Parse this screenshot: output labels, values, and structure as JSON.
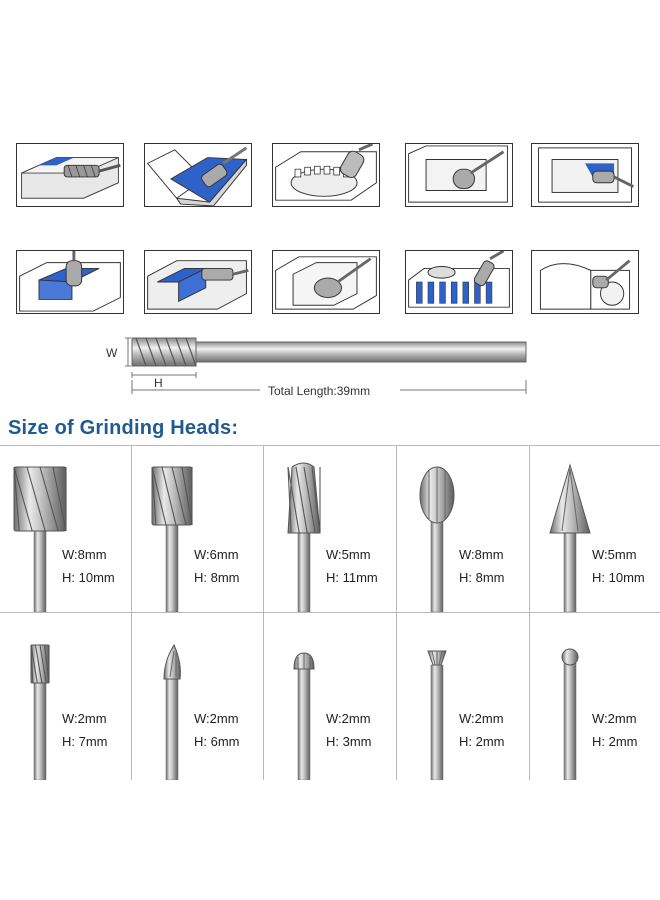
{
  "diagram": {
    "w_label": "W",
    "h_label": "H",
    "total_length_label": "Total Length:39mm"
  },
  "section_title": "Size of Grinding Heads:",
  "bits": [
    {
      "shape": "cylinder-flute-large",
      "w": "W:8mm",
      "h": "H: 10mm"
    },
    {
      "shape": "cylinder-flute-medium",
      "w": "W:6mm",
      "h": "H: 8mm"
    },
    {
      "shape": "tapered-flute",
      "w": "W:5mm",
      "h": "H: 11mm"
    },
    {
      "shape": "oval-ball",
      "w": "W:8mm",
      "h": "H: 8mm"
    },
    {
      "shape": "cone-point",
      "w": "W:5mm",
      "h": "H: 10mm"
    },
    {
      "shape": "cylinder-small",
      "w": "W:2mm",
      "h": "H: 7mm"
    },
    {
      "shape": "flame-point",
      "w": "W:2mm",
      "h": "H: 6mm"
    },
    {
      "shape": "round-tree",
      "w": "W:2mm",
      "h": "H: 3mm"
    },
    {
      "shape": "inverted-cone",
      "w": "W:2mm",
      "h": "H: 2mm"
    },
    {
      "shape": "ball",
      "w": "W:2mm",
      "h": "H: 2mm"
    }
  ],
  "colors": {
    "title": "#1f5a94",
    "workpiece_blue": "#2f62c8",
    "grid_line": "#b9b9b9"
  }
}
